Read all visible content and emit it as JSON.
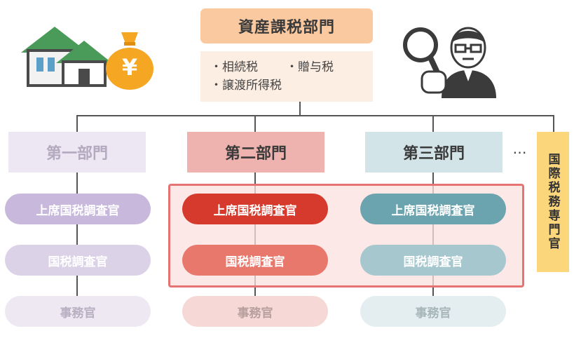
{
  "header": {
    "title": "資産課税部門"
  },
  "tax_list": {
    "item_1": "・相続税",
    "item_2": "・贈与税",
    "item_3": "・譲渡所得税"
  },
  "departments": [
    {
      "name": "第一部門",
      "senior": "上席国税調査官",
      "investigator": "国税調査官",
      "clerk": "事務官"
    },
    {
      "name": "第二部門",
      "senior": "上席国税調査官",
      "investigator": "国税調査官",
      "clerk": "事務官"
    },
    {
      "name": "第三部門",
      "senior": "上席国税調査官",
      "investigator": "国税調査官",
      "clerk": "事務官"
    }
  ],
  "ellipsis": "…",
  "specialist": {
    "label": "国際税務専門官"
  },
  "icons": {
    "house": "house-icon",
    "money_bag": "money-bag-icon",
    "yen_symbol": "¥",
    "inspector": "inspector-with-magnifier-icon"
  },
  "colors": {
    "header": "#fbc9a0",
    "tax_list": "#fdeee3",
    "line": "#555555",
    "dept1": "#ece7f2",
    "dept2": "#eeb3ae",
    "dept3": "#d3e4e8",
    "dept1_senior": "#c7b8dc",
    "dept1_investigator": "#dcd2e8",
    "dept1_clerk": "#ede8f2",
    "dept2_senior": "#d63a2c",
    "dept2_investigator": "#e8776c",
    "dept2_clerk": "#f6d8d6",
    "dept3_senior": "#6ba3ae",
    "dept3_investigator": "#a6c7cd",
    "dept3_clerk": "#e4eef0",
    "highlight_border": "#e57373",
    "specialist": "#fcd67a"
  }
}
